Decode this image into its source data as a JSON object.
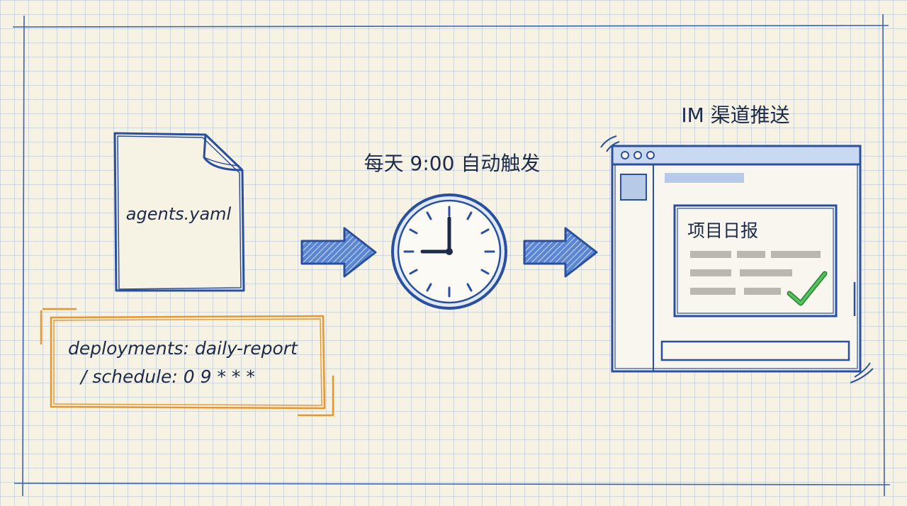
{
  "file": {
    "name": "agents.yaml"
  },
  "config": {
    "line1": "deployments: daily-report",
    "line2": "/ schedule: 0 9 * * *"
  },
  "trigger": {
    "label": "每天 9:00 自动触发"
  },
  "channel": {
    "label": "IM 渠道推送",
    "message_title": "项目日报"
  },
  "colors": {
    "ink": "#2a4f9e",
    "arrow_fill": "#4a78c8",
    "clock_face": "#dfe9f7",
    "config_border": "#e8962e",
    "check": "#3aa84a",
    "placeholder": "#b8b8b0"
  },
  "icons": [
    "document-icon",
    "clock-icon",
    "arrow-right-icon",
    "browser-window-icon",
    "check-icon"
  ]
}
